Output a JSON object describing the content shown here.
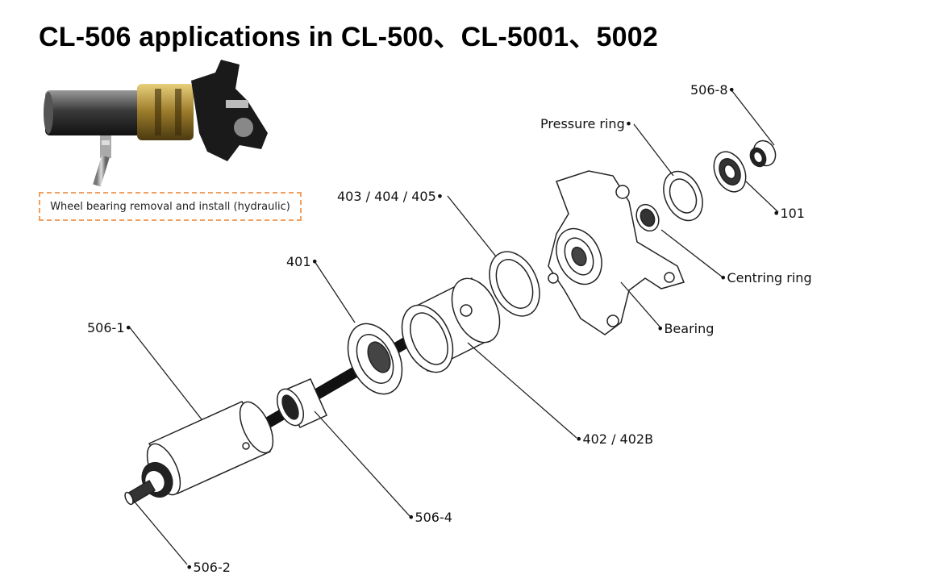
{
  "title": "CL-506 applications in CL-500、CL-5001、5002",
  "caption": "Wheel bearing removal and install (hydraulic)",
  "labels": {
    "l_506_8": "506-8•",
    "l_pressure_ring": "Pressure ring•",
    "l_101": "•101",
    "l_403": "403 / 404 / 405•",
    "l_centring_ring": "•Centring ring",
    "l_401": "401•",
    "l_bearing": "•Bearing",
    "l_506_1": "506-1•",
    "l_402": "•402 / 402B",
    "l_506_4": "•506-4",
    "l_506_2": "•506-2"
  },
  "colors": {
    "caption_border": "#f0a060",
    "leader": "#222222"
  }
}
